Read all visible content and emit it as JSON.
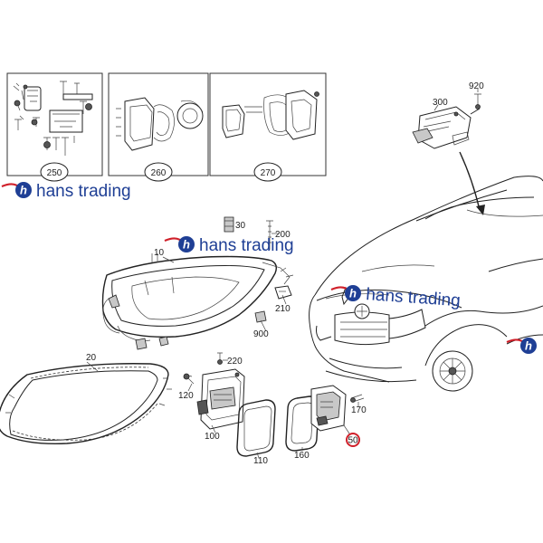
{
  "boxes": [
    {
      "label": "250"
    },
    {
      "label": "260"
    },
    {
      "label": "270"
    }
  ],
  "parts": {
    "p10": "10",
    "p20": "20",
    "p30": "30",
    "p50": "50",
    "p100": "100",
    "p110": "110",
    "p120": "120",
    "p160": "160",
    "p170": "170",
    "p200": "200",
    "p210": "210",
    "p220": "220",
    "p300": "300",
    "p900": "900",
    "p920": "920"
  },
  "watermark": {
    "text": "hans trading",
    "text_partial": "hans trading",
    "text_partial2": "hans trading",
    "color": "#1f3f95",
    "accent": "#d0202a"
  },
  "highlight_color": "#d0202a"
}
